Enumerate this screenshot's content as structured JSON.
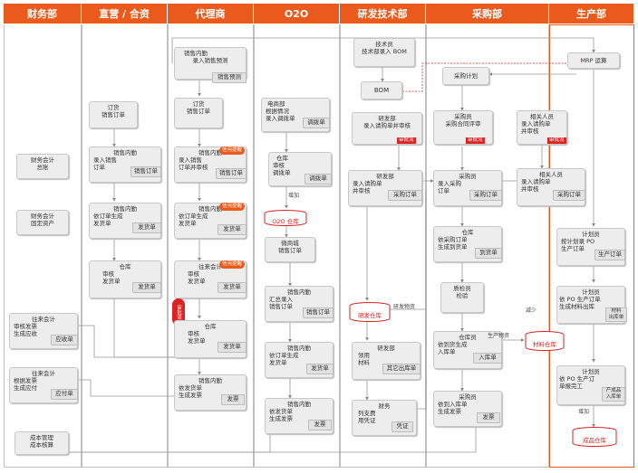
{
  "lanes": [
    "财务部",
    "直营 / 合资",
    "代理商",
    "O2O",
    "研发技术部",
    "采购部",
    "生产部"
  ],
  "finance": {
    "b1": {
      "t": "财务会计",
      "b": "总账"
    },
    "b2": {
      "t": "财务会计",
      "b": "固定资产"
    },
    "b3": {
      "t": "往来会计",
      "b": "审核发票\n生成应收",
      "d": "应收单"
    },
    "b4": {
      "t": "往来会计",
      "b": "根据发票\n生成应付",
      "d": "应付单"
    },
    "b5": {
      "t": "成本管理",
      "b": "成本核算"
    }
  },
  "direct": {
    "b1": {
      "t": "订货",
      "b": "销售订单"
    },
    "b2": {
      "t": "销售内勤",
      "b": "录入销售\n订单",
      "d": "销售订单"
    },
    "b3": {
      "t": "销售内勤",
      "b": "依订单生成\n发货单",
      "d": "发货单"
    },
    "b4": {
      "t": "仓库",
      "b": "审核\n发货单",
      "d": "发货单"
    }
  },
  "agent": {
    "b0": {
      "t": "销售内勤",
      "b": "录入销售预测",
      "d": "销售预测"
    },
    "b1": {
      "t": "订货",
      "b": "销售订单"
    },
    "b2": {
      "t": "销售内勤",
      "b": "录入销售\n订单并审核",
      "d": "销售订单"
    },
    "b3": {
      "t": "销售内勤",
      "b": "依订单生成\n发货单",
      "d": "发货单"
    },
    "b4": {
      "t": "往来会计",
      "b": "审核\n发货单",
      "d": "发货单"
    },
    "b5": {
      "t": "仓库",
      "b": "审核\n发货单",
      "d": "发货单"
    },
    "b6": {
      "t": "销售内勤",
      "b": "依发货单\n生成发票",
      "d": "发票"
    },
    "badge": "信用提醒",
    "vtag": "审批流"
  },
  "o2o": {
    "b1": {
      "t": "电商部",
      "b": "根据情况\n录入调拨单",
      "d": "调拨单"
    },
    "b2": {
      "t": "仓库",
      "b": "审核\n调拨单",
      "d": "调拨单"
    },
    "add": "增加",
    "db": "O2O 仓库",
    "b3": {
      "t": "微商城",
      "b": "销售订单"
    },
    "b4": {
      "t": "销售内勤",
      "b": "汇总录入\n销售订单",
      "d": "销售订单"
    },
    "b5": {
      "t": "销售内勤",
      "b": "依订单生成\n发货单",
      "d": "发货单"
    },
    "b6": {
      "t": "销售内勤",
      "b": "依发货单\n生成发票",
      "d": "发票"
    }
  },
  "rd": {
    "b1": {
      "t": "技术员",
      "b": "技术部录入 BOM"
    },
    "bom": "BOM",
    "b2": {
      "t": "研发部",
      "b": "录入请购单并审核"
    },
    "b3": {
      "t": "研发部",
      "b": "录入请购单\n并审核",
      "d": "采购订单"
    },
    "db": "研发仓库",
    "b4": {
      "t": "研发部",
      "b": "领用\n材料",
      "d": "其它出库单"
    },
    "b5": {
      "t": "财务",
      "b": "列支费\n用凭证",
      "d": "凭证"
    },
    "note1": "研发物资",
    "tag": "审批流"
  },
  "purchase": {
    "plan": "采购计划",
    "b1": {
      "t": "采购员",
      "b": "采购合同评审"
    },
    "b2": {
      "t": "采购员",
      "b": "录入采购\n订单",
      "d": "采购订单"
    },
    "b3": {
      "t": "仓库",
      "b": "依采购订单\n生成到货单",
      "d": "到货单"
    },
    "b4": {
      "t": "质检员",
      "b": "检验"
    },
    "b5": {
      "t": "仓库员",
      "b": "依到货生成\n入库单",
      "d": "入库单"
    },
    "b6": {
      "t": "采购员",
      "b": "依到入库单\n生成发票",
      "d": "发票"
    },
    "b7": {
      "t": "相关人员",
      "b": "录入请购单\n并审核"
    },
    "b8": {
      "t": "相关人员",
      "b": "录入请购单\n并审核",
      "d": "采购订单"
    },
    "note1": "生产物资",
    "tag": "审批流"
  },
  "production": {
    "mrp": "MRP 运算",
    "b1": {
      "t": "计划员",
      "b": "按计划录 PO\n生产订单",
      "d": "生产订单"
    },
    "b2": {
      "t": "计划员",
      "b": "依 PO 生产订单\n生成材料出库",
      "d": "材料\n出库单"
    },
    "db": "材料仓库",
    "b3": {
      "t": "计划员",
      "b": "依 PO 生产订\n单报完工",
      "d": "产成品\n入库单"
    },
    "add": "增加",
    "db2": "成品仓库",
    "reduce": "减少"
  }
}
